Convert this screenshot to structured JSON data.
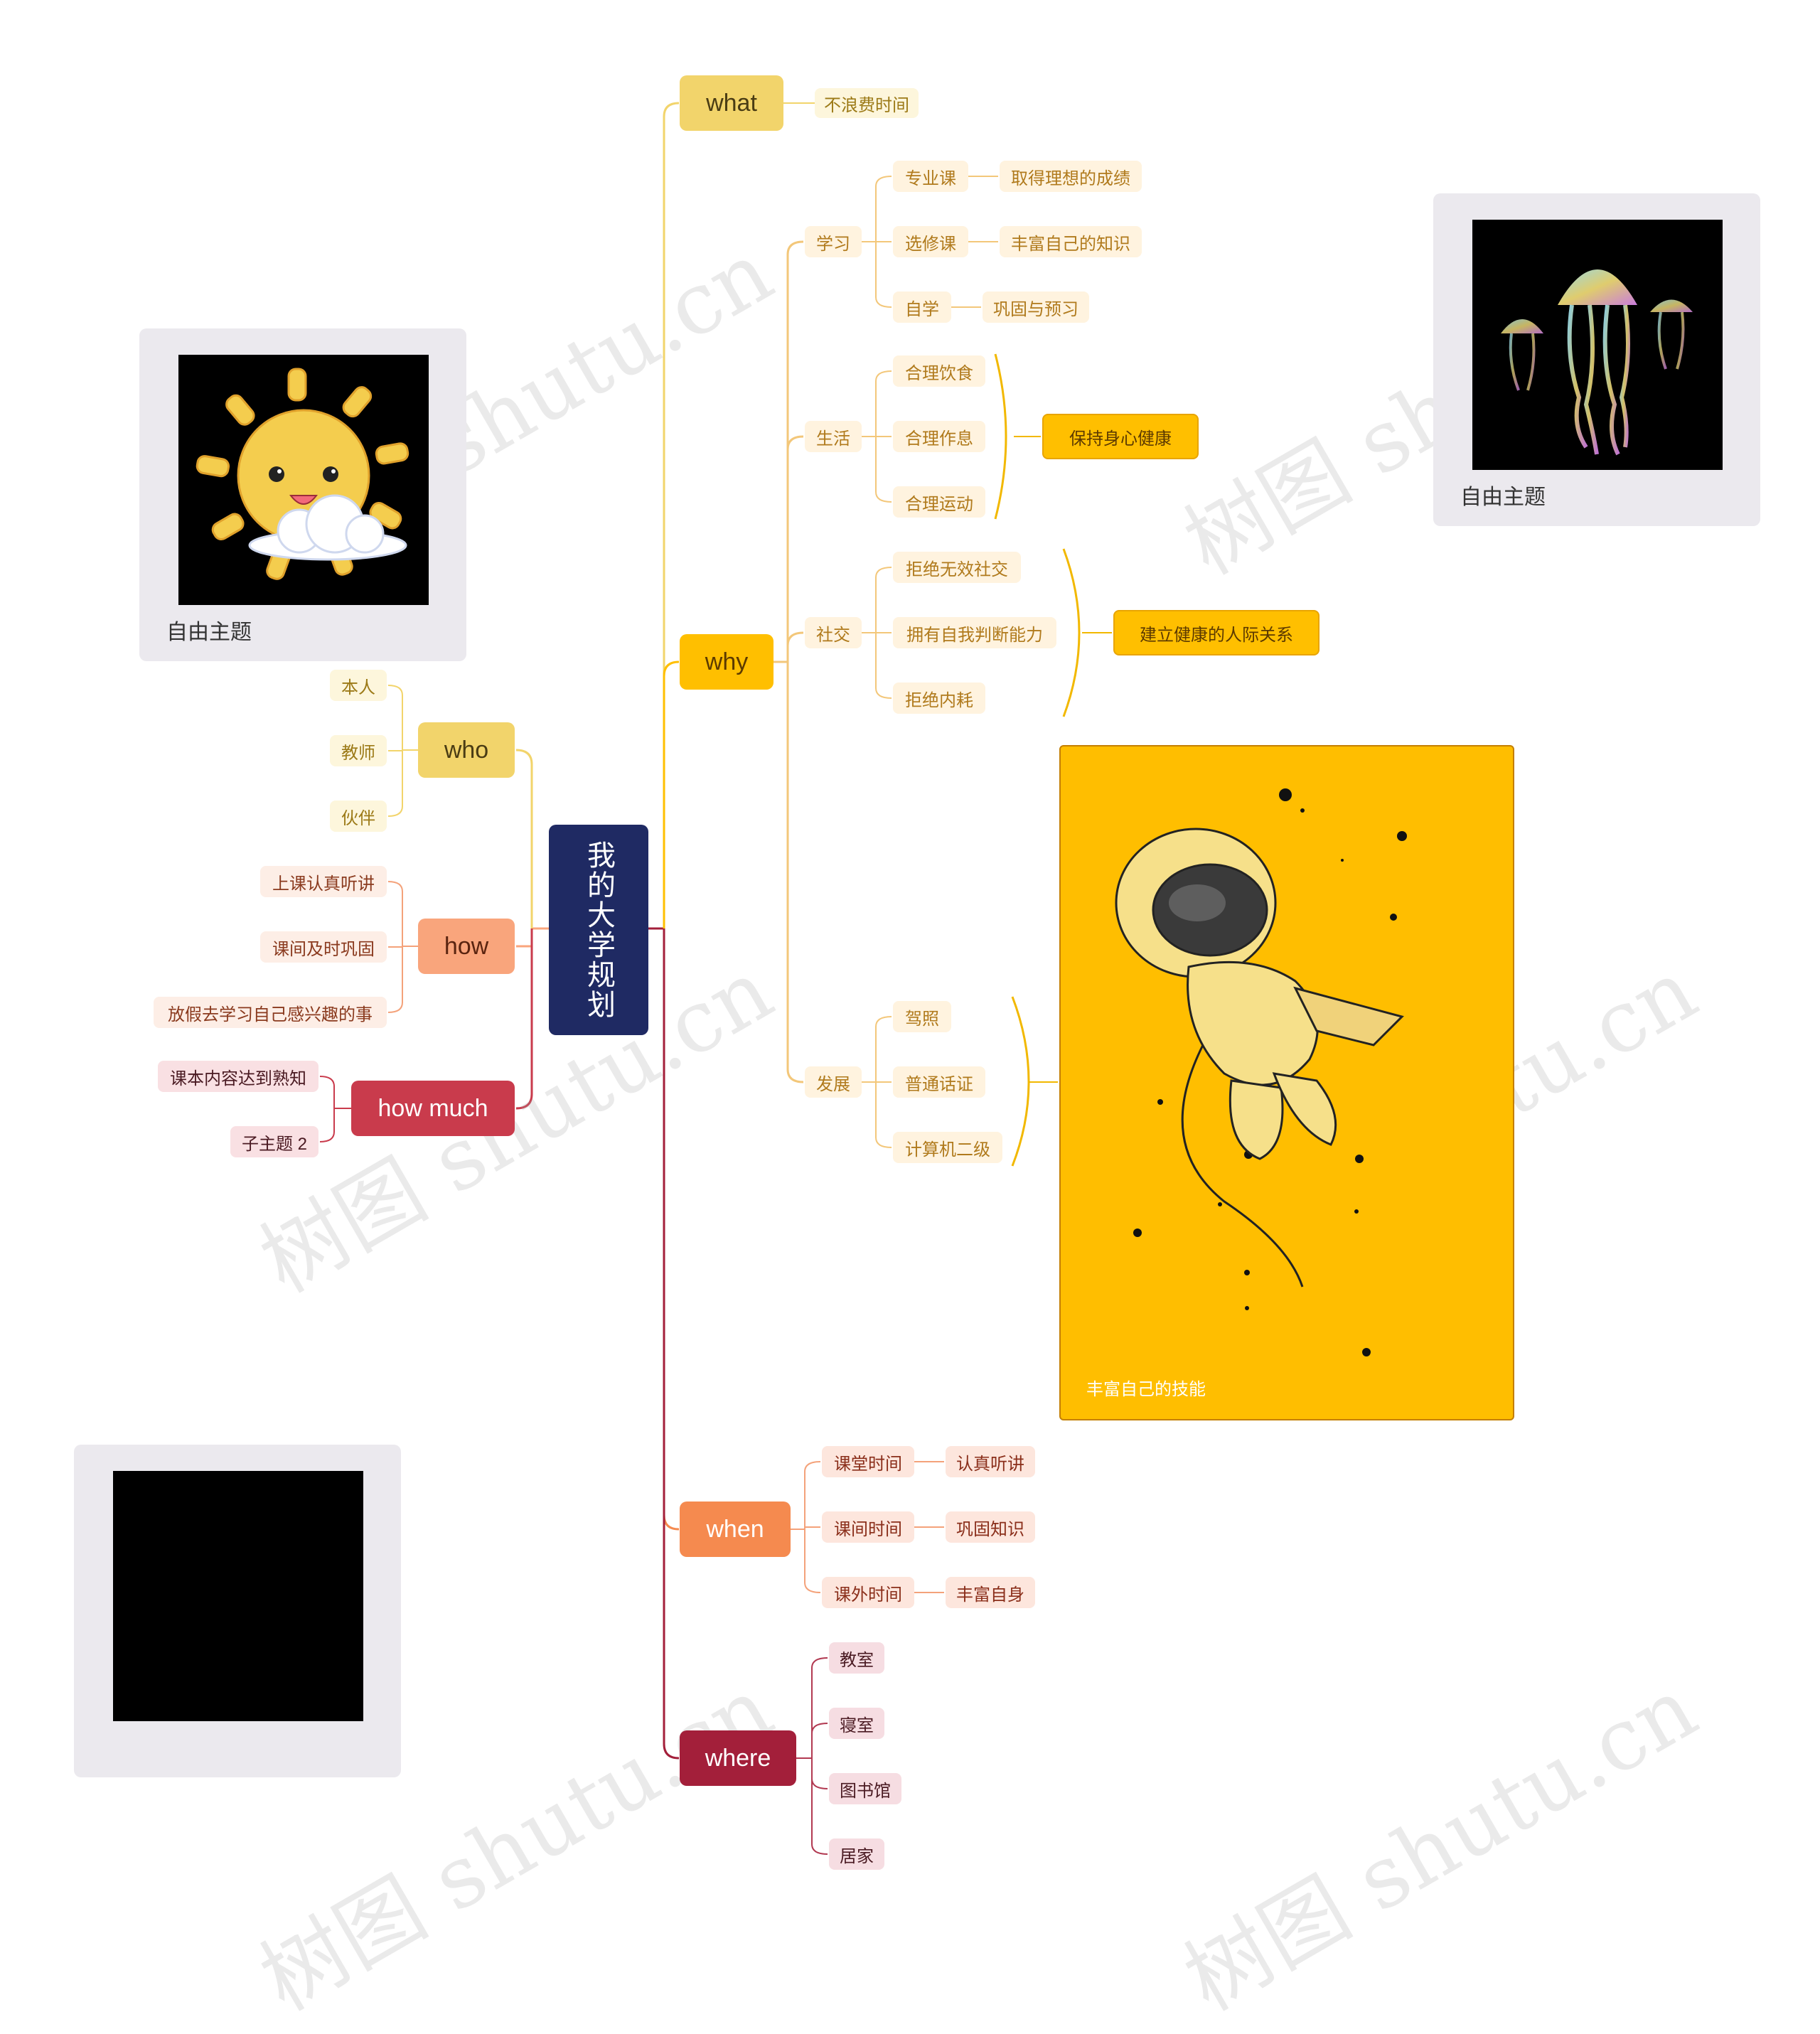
{
  "root": {
    "label": "我的大学规划"
  },
  "what": {
    "label": "what",
    "items": [
      "不浪费时间"
    ]
  },
  "why": {
    "label": "why",
    "groups": [
      {
        "label": "学习",
        "items": [
          {
            "label": "专业课",
            "detail": "取得理想的成绩"
          },
          {
            "label": "选修课",
            "detail": "丰富自己的知识"
          },
          {
            "label": "自学",
            "detail": "巩固与预习"
          }
        ]
      },
      {
        "label": "生活",
        "items": [
          "合理饮食",
          "合理作息",
          "合理运动"
        ],
        "summary": "保持身心健康"
      },
      {
        "label": "社交",
        "items": [
          "拒绝无效社交",
          "拥有自我判断能力",
          "拒绝内耗"
        ],
        "summary": "建立健康的人际关系"
      },
      {
        "label": "发展",
        "items": [
          "驾照",
          "普通话证",
          "计算机二级"
        ],
        "summary": "丰富自己的技能"
      }
    ]
  },
  "when": {
    "label": "when",
    "items": [
      {
        "label": "课堂时间",
        "detail": "认真听讲"
      },
      {
        "label": "课间时间",
        "detail": "巩固知识"
      },
      {
        "label": "课外时间",
        "detail": "丰富自身"
      }
    ]
  },
  "where": {
    "label": "where",
    "items": [
      "教室",
      "寝室",
      "图书馆",
      "居家"
    ]
  },
  "who": {
    "label": "who",
    "items": [
      "本人",
      "教师",
      "伙伴"
    ]
  },
  "how": {
    "label": "how",
    "items": [
      "上课认真听讲",
      "课间及时巩固",
      "放假去学习自己感兴趣的事"
    ]
  },
  "how_much": {
    "label": "how much",
    "items": [
      "课本内容达到熟知",
      "子主题 2"
    ]
  },
  "cards": [
    {
      "caption": "自由主题",
      "image": "sun-sticker"
    },
    {
      "caption": "自由主题",
      "image": "jellyfish"
    },
    {
      "caption": "",
      "image": "blank-black"
    }
  ],
  "poster": {
    "image": "astronaut"
  },
  "watermark": "树图 shutu.cn",
  "colors": {
    "root": "#1f2a63",
    "what": "#f2d46b",
    "why": "#ffbf00",
    "when": "#f58a4f",
    "where": "#a31f3a",
    "who": "#f2d46b",
    "how": "#f9a57c",
    "how_much": "#c93b4c"
  }
}
